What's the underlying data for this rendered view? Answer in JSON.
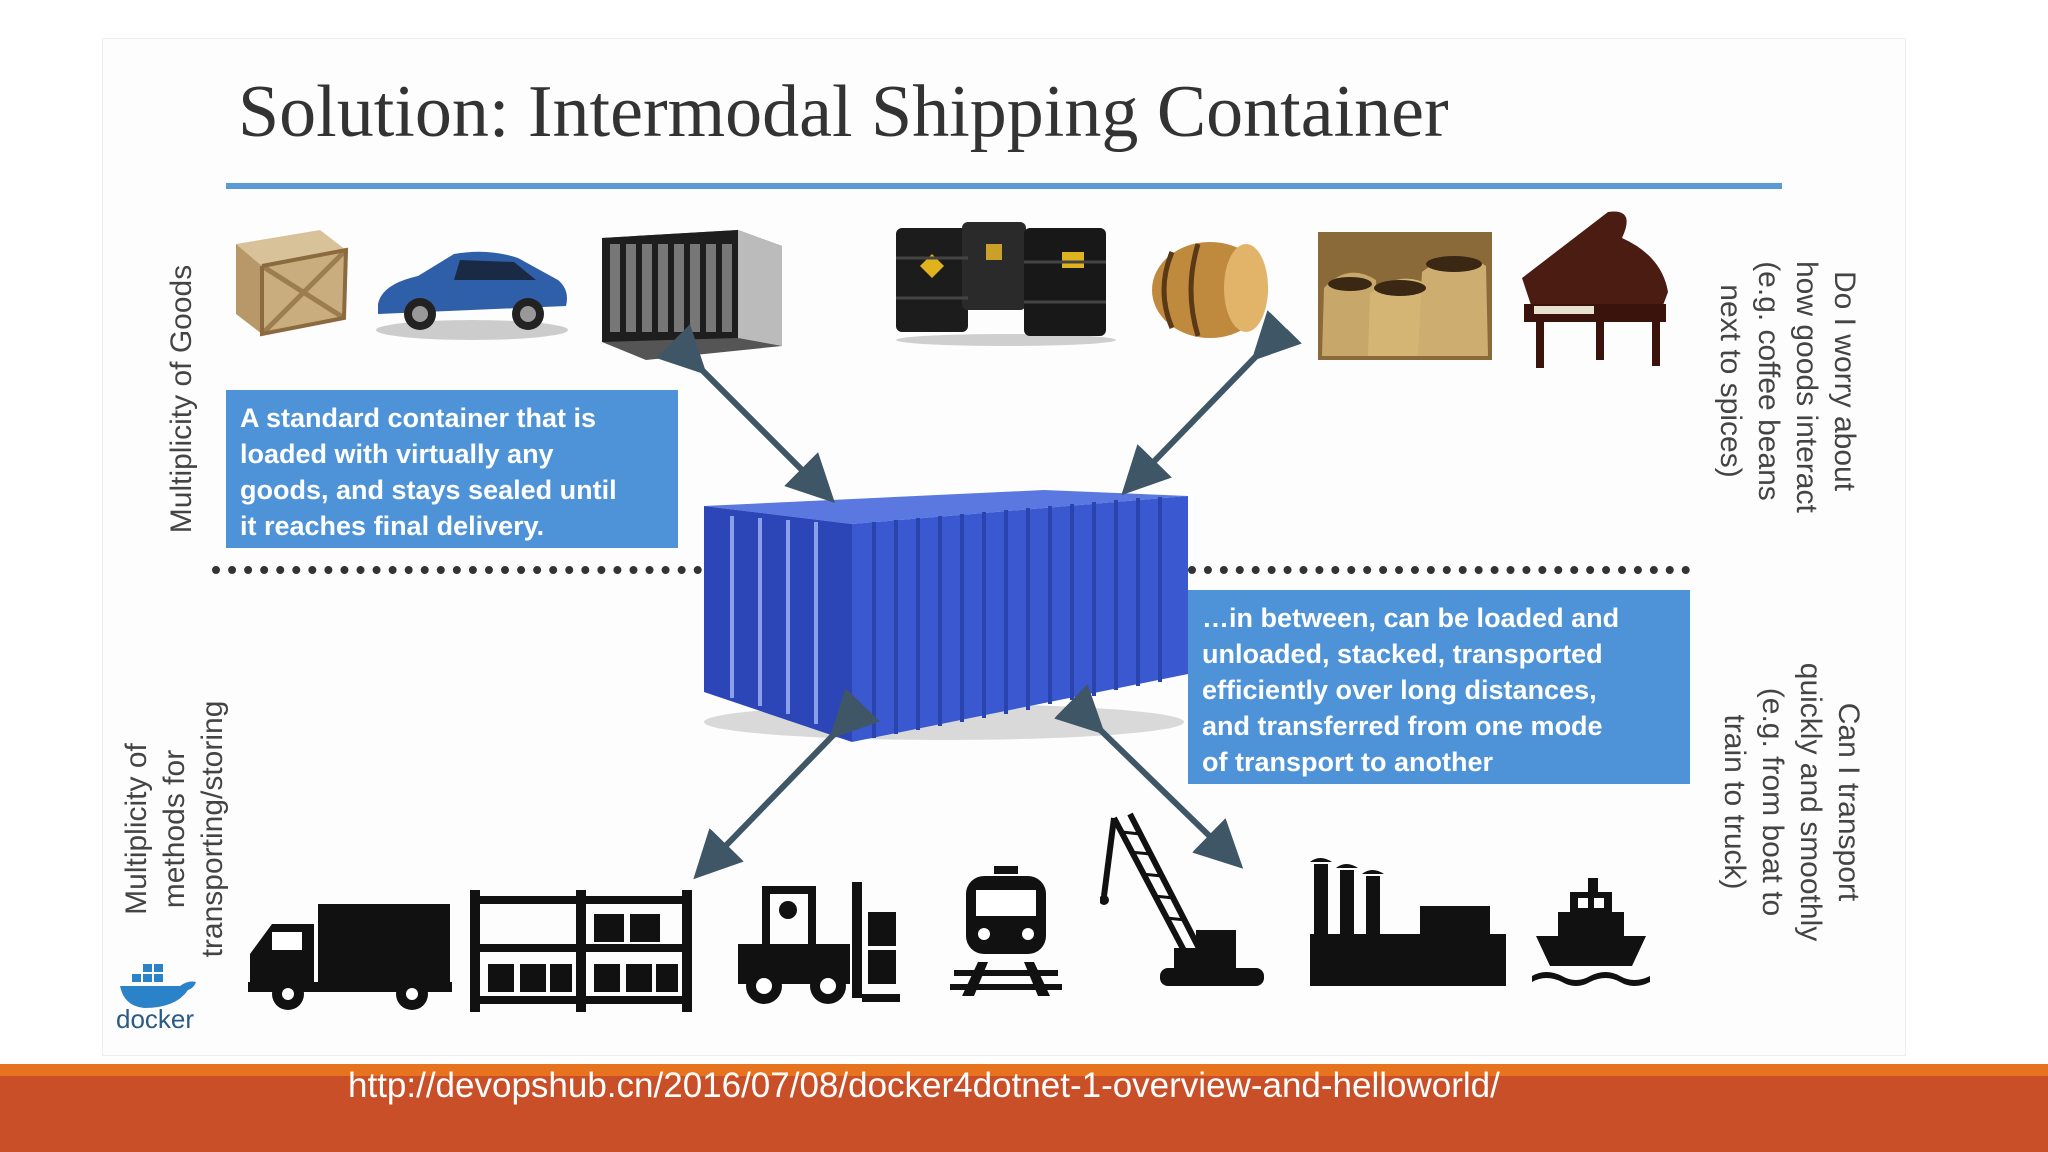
{
  "slide": {
    "title": "Solution: Intermodal Shipping Container",
    "left_label_top": "Multiplicity of Goods",
    "left_label_bottom": [
      "Multiplicity of",
      "methods for",
      "transporting/storing"
    ],
    "right_label_top": [
      "Do I worry about",
      "how goods interact",
      "(e.g. coffee beans",
      "next to spices)"
    ],
    "right_label_bottom": [
      "Can I transport",
      "quickly and smoothly",
      "(e.g. from boat to",
      "train to truck)"
    ],
    "box_top": [
      "A standard container that is",
      "loaded with virtually any",
      "goods, and stays sealed until",
      "it reaches final delivery."
    ],
    "box_bottom": [
      "…in between, can be loaded and",
      "unloaded, stacked, transported",
      "efficiently over long distances,",
      "and transferred from one mode",
      "of transport to another"
    ],
    "logo_text": "docker"
  },
  "goods_icons": [
    "wooden-crate-icon",
    "sports-car-icon",
    "server-rack-icon",
    "oil-barrels-icon",
    "wooden-barrel-icon",
    "coffee-sacks-icon",
    "grand-piano-icon"
  ],
  "transport_icons": [
    "truck-icon",
    "warehouse-shelf-icon",
    "forklift-icon",
    "train-icon",
    "crane-icon",
    "factory-icon",
    "ship-icon"
  ],
  "footer": {
    "url": "http://devopshub.cn/2016/07/08/docker4dotnet-1-overview-and-helloworld/"
  },
  "colors": {
    "accent_blue": "#5b9bd5",
    "box_blue": "#4e93d8",
    "container_blue": "#3552c9",
    "footer_orange": "#e8731f",
    "footer_red": "#c84f28"
  }
}
